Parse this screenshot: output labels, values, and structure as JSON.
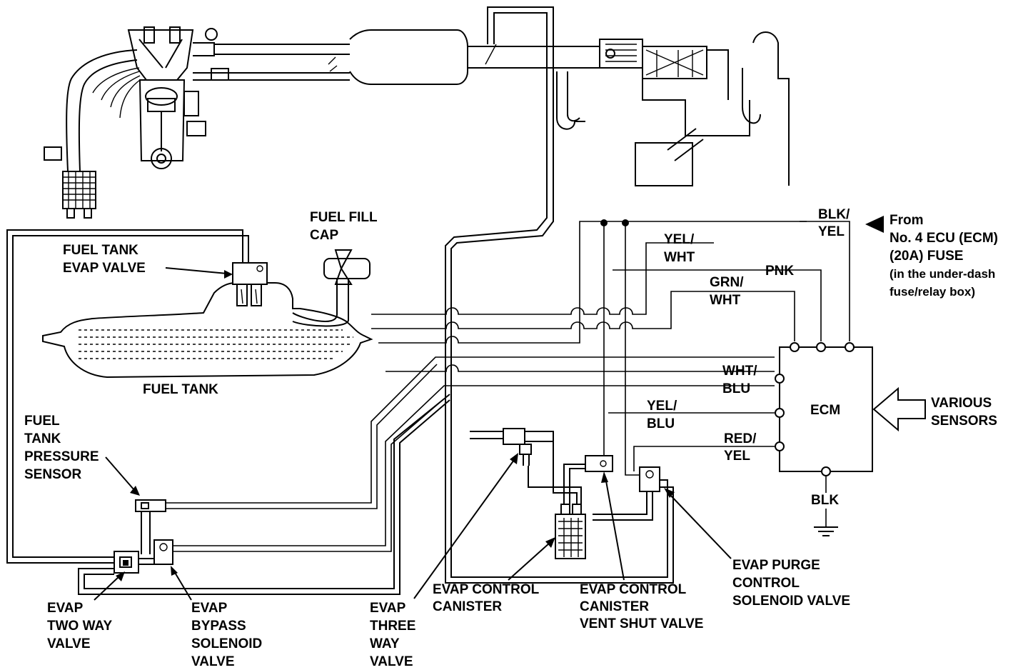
{
  "labels": {
    "fuel_fill_cap": [
      "FUEL FILL",
      "CAP"
    ],
    "fuel_tank_evap_valve": [
      "FUEL TANK",
      "EVAP VALVE"
    ],
    "fuel_tank": "FUEL TANK",
    "fuel_tank_pressure_sensor": [
      "FUEL",
      "TANK",
      "PRESSURE",
      "SENSOR"
    ],
    "evap_two_way_valve": [
      "EVAP",
      "TWO WAY",
      "VALVE"
    ],
    "evap_bypass_solenoid_valve": [
      "EVAP",
      "BYPASS",
      "SOLENOID",
      "VALVE"
    ],
    "evap_three_way_valve": [
      "EVAP",
      "THREE",
      "WAY",
      "VALVE"
    ],
    "evap_control_canister": [
      "EVAP CONTROL",
      "CANISTER"
    ],
    "evap_canister_vent_shut_valve": [
      "EVAP CONTROL",
      "CANISTER",
      "VENT SHUT VALVE"
    ],
    "evap_purge_control_solenoid_valve": [
      "EVAP PURGE",
      "CONTROL",
      "SOLENOID VALVE"
    ],
    "ecm": "ECM",
    "various_sensors": [
      "VARIOUS",
      "SENSORS"
    ],
    "fuse_source": [
      "From",
      "No. 4 ECU (ECM)",
      "(20A) FUSE",
      "(in the under-dash",
      "fuse/relay box)"
    ],
    "ground": "BLK"
  },
  "wire_colors": {
    "blk_yel": [
      "BLK/",
      "YEL"
    ],
    "yel_wht": [
      "YEL/",
      "WHT"
    ],
    "pnk": "PNK",
    "grn_wht": [
      "GRN/",
      "WHT"
    ],
    "wht_blu": [
      "WHT/",
      "BLU"
    ],
    "yel_blu": [
      "YEL/",
      "BLU"
    ],
    "red_yel": [
      "RED/",
      "YEL"
    ]
  }
}
